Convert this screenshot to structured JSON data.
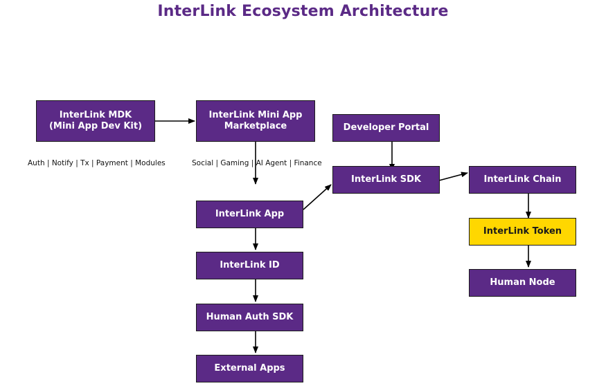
{
  "title": "InterLink Ecosystem Architecture",
  "colors": {
    "node_fill": "#5b2a86",
    "token_fill": "#ffd700",
    "title": "#5b2a86",
    "edge": "#000000"
  },
  "nodes": {
    "mdk": "InterLink MDK\n(Mini App Dev Kit)",
    "marketplace": "InterLink Mini App\nMarketplace",
    "developer_portal": "Developer Portal",
    "sdk": "InterLink SDK",
    "chain": "InterLink Chain",
    "app": "InterLink App",
    "token": "InterLink Token",
    "id": "InterLink ID",
    "human_node": "Human Node",
    "human_auth_sdk": "Human Auth SDK",
    "external_apps": "External Apps"
  },
  "notes": {
    "mdk_modules": "Auth | Notify | Tx | Payment | Modules",
    "marketplace_categories": "Social | Gaming | AI Agent | Finance"
  },
  "edges": [
    [
      "mdk",
      "marketplace"
    ],
    [
      "marketplace",
      "app"
    ],
    [
      "developer_portal",
      "sdk"
    ],
    [
      "app",
      "sdk"
    ],
    [
      "sdk",
      "chain"
    ],
    [
      "app",
      "id"
    ],
    [
      "id",
      "human_auth_sdk"
    ],
    [
      "human_auth_sdk",
      "external_apps"
    ],
    [
      "chain",
      "token"
    ],
    [
      "token",
      "human_node"
    ]
  ]
}
